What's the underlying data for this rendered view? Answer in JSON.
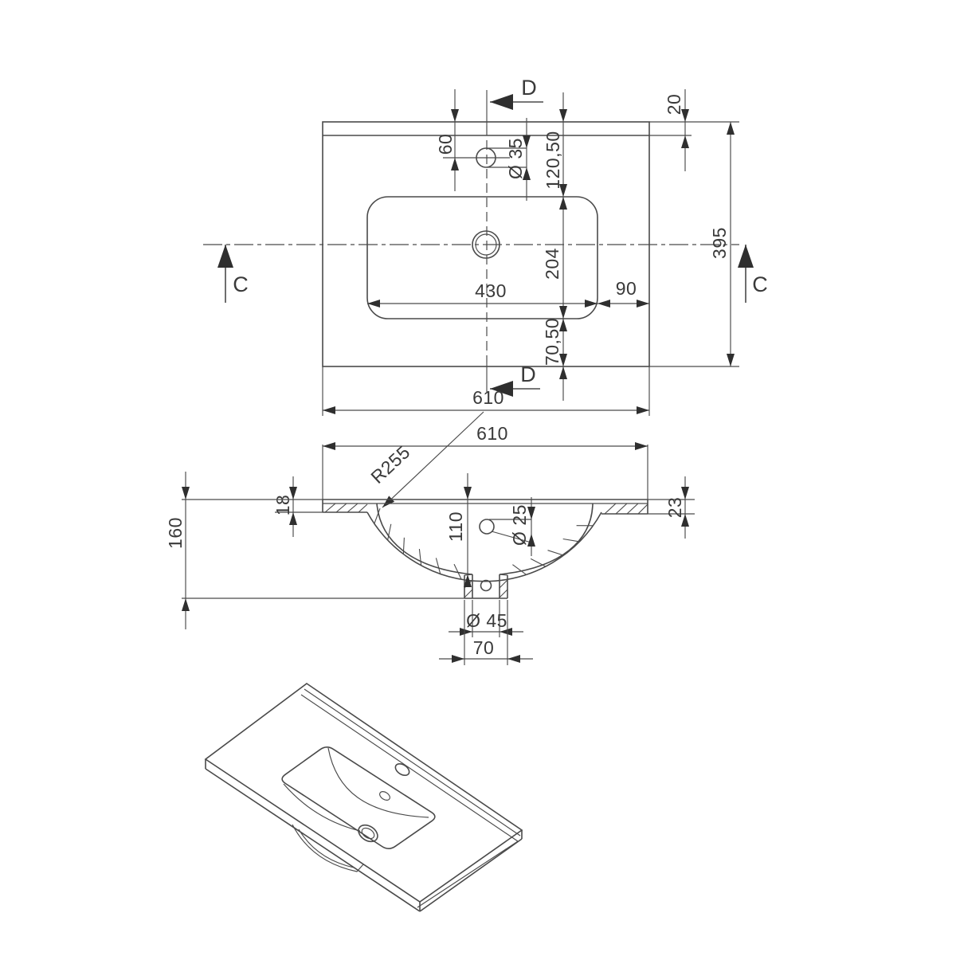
{
  "drawing": {
    "type": "washbasin-technical-drawing",
    "line_color": "#4a4a4a",
    "background": "#ffffff",
    "labels": {
      "section_d": "D",
      "section_c": "C"
    },
    "top_view": {
      "dims": {
        "width": "610",
        "depth_total": "395",
        "back_rail": "20",
        "faucet_offset": "60",
        "faucet_hole_dia": "Ø 35",
        "back_to_basin": "120,50",
        "basin_depth": "204",
        "basin_width": "430",
        "basin_to_right": "90",
        "basin_to_front": "70,50"
      }
    },
    "section_view": {
      "dims": {
        "width": "610",
        "bowl_radius": "R255",
        "rim_thickness_left": "18",
        "rim_thickness_right": "23",
        "total_height": "160",
        "bowl_depth": "110",
        "overflow_hole_dia": "Ø 25",
        "drain_dia": "Ø 45",
        "drain_body_width": "70"
      }
    }
  }
}
